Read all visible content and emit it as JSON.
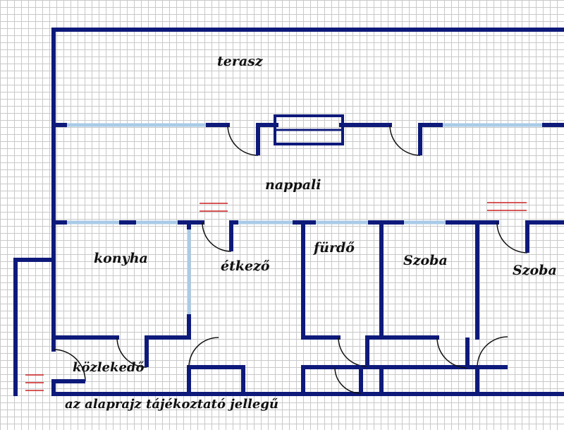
{
  "plan": {
    "colors": {
      "wall": "#0e1a7a",
      "window": "#a9cbe8",
      "door_arc": "#111111",
      "marker": "#cc2222",
      "grid": "#c9c9c9",
      "background": "#ffffff"
    },
    "rooms": {
      "terrace": "terasz",
      "living": "nappali",
      "kitchen": "konyha",
      "dining": "étkező",
      "bathroom": "fürdő",
      "room1": "Szoba",
      "room2": "Szoba",
      "corridor": "közlekedő"
    },
    "caption": "az alaprajz tájékoztató jellegű"
  }
}
